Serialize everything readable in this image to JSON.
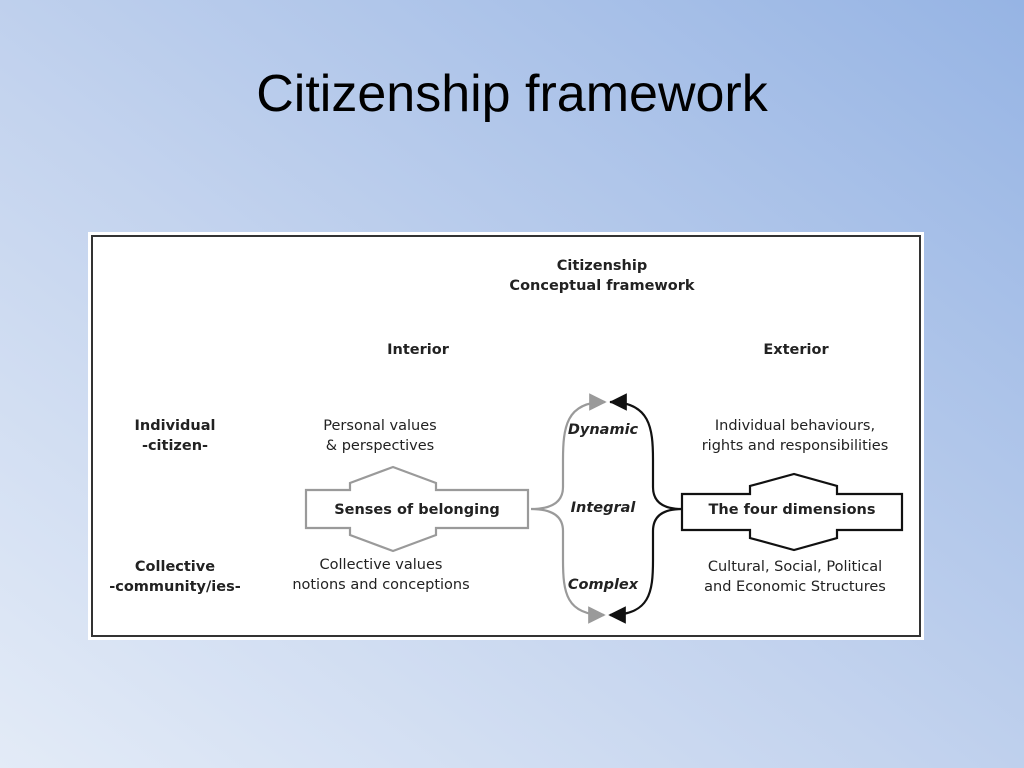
{
  "slide": {
    "title": "Citizenship framework"
  },
  "diagram": {
    "header": {
      "line1": "Citizenship",
      "line2": "Conceptual framework"
    },
    "columns": {
      "interior": "Interior",
      "exterior": "Exterior"
    },
    "rows": {
      "individual": {
        "line1": "Individual",
        "line2": "-citizen-"
      },
      "collective": {
        "line1": "Collective",
        "line2": "-community/ies-"
      }
    },
    "interior": {
      "top": {
        "line1": "Personal values",
        "line2": "& perspectives"
      },
      "box": "Senses of belonging",
      "bottom": {
        "line1": "Collective values",
        "line2": "notions and conceptions"
      }
    },
    "exterior": {
      "top": {
        "line1": "Individual behaviours,",
        "line2": "rights and responsibilities"
      },
      "box": "The four dimensions",
      "bottom": {
        "line1": "Cultural, Social, Political",
        "line2": "and Economic Structures"
      }
    },
    "center": {
      "top": "Dynamic",
      "middle": "Integral",
      "bottom": "Complex"
    }
  }
}
